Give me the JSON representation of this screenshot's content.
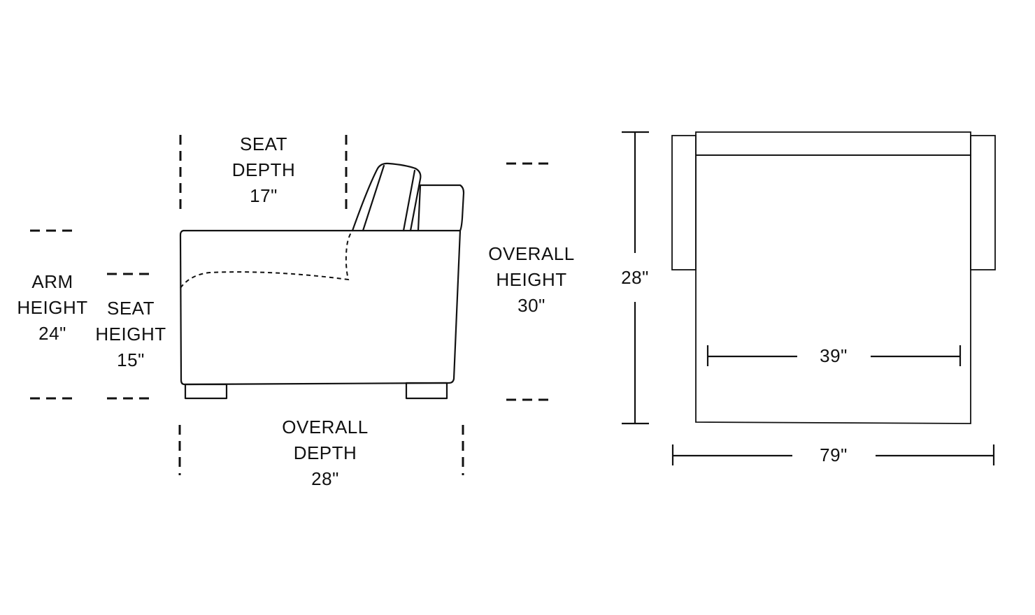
{
  "side_view": {
    "seat_depth": {
      "line1": "SEAT",
      "line2": "DEPTH",
      "value": "17\""
    },
    "arm_height": {
      "line1": "ARM",
      "line2": "HEIGHT",
      "value": "24\""
    },
    "seat_height": {
      "line1": "SEAT",
      "line2": "HEIGHT",
      "value": "15\""
    },
    "overall_height": {
      "line1": "OVERALL",
      "line2": "HEIGHT",
      "value": "30\""
    },
    "overall_depth": {
      "line1": "OVERALL",
      "line2": "DEPTH",
      "value": "28\""
    }
  },
  "top_view": {
    "depth": "28\"",
    "seat_width": "39\"",
    "overall_width": "79\""
  },
  "colors": {
    "line": "#111111",
    "background": "#ffffff"
  }
}
